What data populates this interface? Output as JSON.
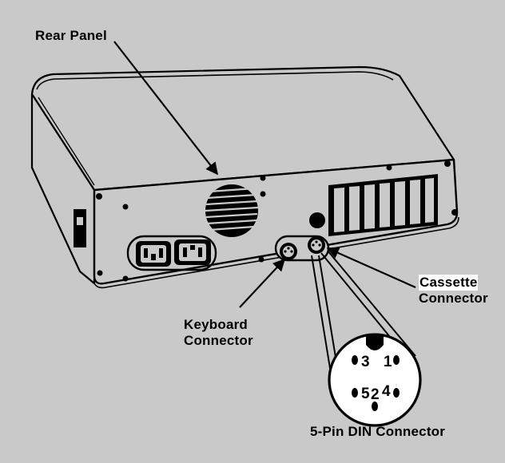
{
  "labels": {
    "rear_panel": "Rear Panel",
    "keyboard_connector": {
      "line1": "Keyboard",
      "line2": "Connector"
    },
    "cassette_connector": {
      "line1": "Cassette",
      "line2": "Connector"
    },
    "din_connector": "5-Pin DIN Connector"
  },
  "din_pins": [
    "3",
    "1",
    "5",
    "2",
    "4"
  ],
  "colors": {
    "background": "#c9c9c9",
    "ink": "#000000",
    "highlight": "#ffffff"
  }
}
